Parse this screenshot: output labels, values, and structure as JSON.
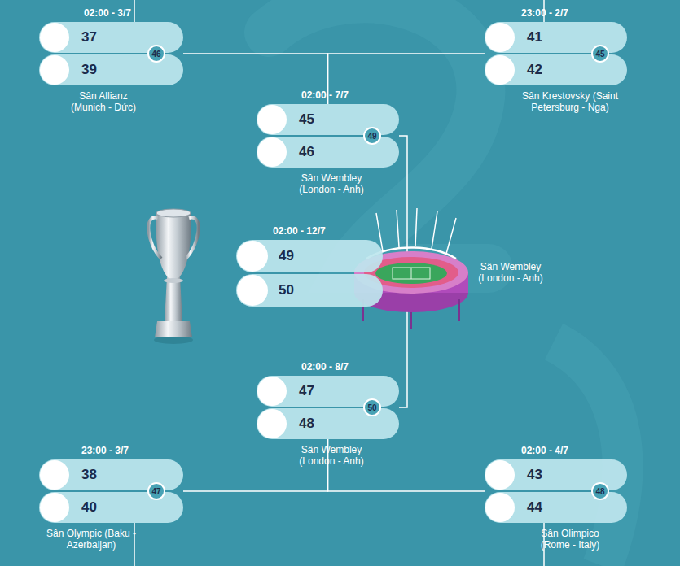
{
  "diagram": {
    "nodes": [
      {
        "text": [
          "02:00 - 3/7",
          "Sân Allianz (Munich - Đức)"
        ]
      },
      {
        "text": [
          "37"
        ],
        "in": 0
      },
      {
        "text": [
          "39"
        ],
        "in": 0
      },
      {
        "text": [
          "46"
        ],
        "in": 0
      },
      {
        "text": [
          "23:00 - 2/7",
          "Sân Krestovsky (Saint Petersburg - Nga)"
        ]
      },
      {
        "text": [
          "41"
        ],
        "in": 4
      },
      {
        "text": [
          "42"
        ],
        "in": 4
      },
      {
        "text": [
          "45"
        ],
        "in": 4
      },
      {
        "text": [
          "02:00 - 7/7",
          "Sân Wembley (London - Anh)"
        ]
      },
      {
        "text": [
          "45"
        ],
        "in": 8
      },
      {
        "text": [
          "46"
        ],
        "in": 8
      },
      {
        "text": [
          "49"
        ],
        "in": 8
      },
      {
        "text": [
          "02:00 - 12/7",
          "Sân Wembley (London - Anh)"
        ]
      },
      {
        "text": [
          "49"
        ],
        "in": 12
      },
      {
        "text": [
          "50"
        ],
        "in": 12
      },
      {
        "text": [
          "02:00 - 8/7",
          "Sân Wembley (London - Anh)"
        ]
      },
      {
        "text": [
          "47"
        ],
        "in": 15
      },
      {
        "text": [
          "48"
        ],
        "in": 15
      },
      {
        "text": [
          "50"
        ],
        "in": 15
      },
      {
        "text": [
          "23:00 - 3/7",
          "Sân Olympic (Baku - Azerbaijan)"
        ]
      },
      {
        "text": [
          "38"
        ],
        "in": 19
      },
      {
        "text": [
          "40"
        ],
        "in": 19
      },
      {
        "text": [
          "47"
        ],
        "in": 19
      },
      {
        "text": [
          "02:00 - 4/7",
          "Sân Olimpico (Rome - Italy)"
        ]
      },
      {
        "text": [
          "43"
        ],
        "in": 23
      },
      {
        "text": [
          "44"
        ],
        "in": 23
      },
      {
        "text": [
          "48"
        ],
        "in": 23
      }
    ],
    "edges": [
      {
        "from": 0,
        "to": 8,
        "arrow": "none"
      },
      {
        "from": 4,
        "to": 8,
        "arrow": "none"
      },
      {
        "from": 8,
        "to": 12,
        "arrow": "none"
      },
      {
        "from": 15,
        "to": 12,
        "arrow": "none"
      },
      {
        "from": 19,
        "to": 15,
        "arrow": "none"
      },
      {
        "from": 23,
        "to": 15,
        "arrow": "none"
      }
    ]
  }
}
